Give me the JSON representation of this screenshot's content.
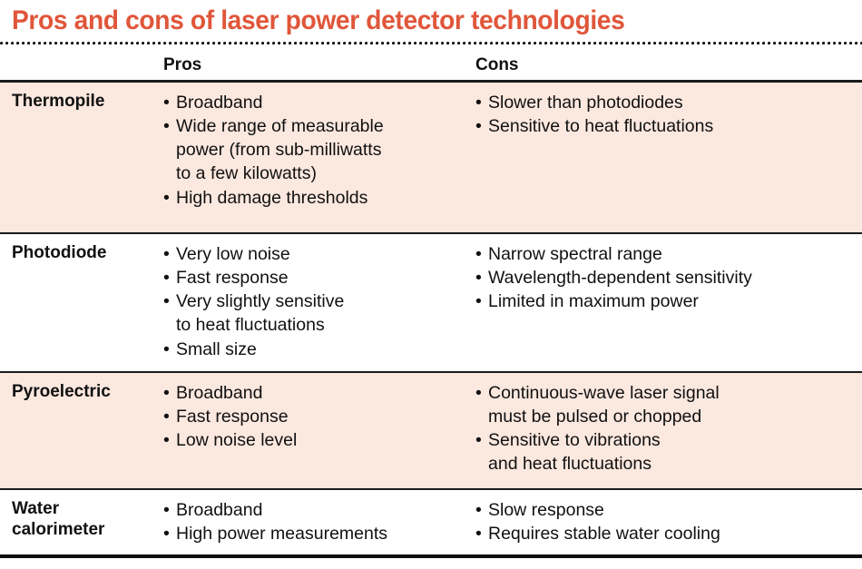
{
  "title": "Pros and cons of laser power detector technologies",
  "colors": {
    "title": "#E0563A",
    "shaded_row": "#FBE8DF",
    "plain_row": "#FFFFFF",
    "rule": "#1A1A1A",
    "text": "#111111"
  },
  "table": {
    "columns": {
      "technology": "",
      "pros": "Pros",
      "cons": "Cons"
    },
    "rows": [
      {
        "technology": "Thermopile",
        "pros": [
          "Broadband",
          "Wide range of measurable\npower (from sub-milliwatts\nto a few kilowatts)",
          "High damage thresholds"
        ],
        "cons": [
          "Slower than photodiodes",
          "Sensitive to heat fluctuations"
        ]
      },
      {
        "technology": "Photodiode",
        "pros": [
          "Very low noise",
          "Fast response",
          "Very slightly sensitive\nto heat fluctuations",
          "Small size"
        ],
        "cons": [
          "Narrow spectral range",
          "Wavelength-dependent sensitivity",
          "Limited in maximum power"
        ]
      },
      {
        "technology": "Pyroelectric",
        "pros": [
          "Broadband",
          "Fast response",
          "Low noise level"
        ],
        "cons": [
          "Continuous-wave laser signal\nmust be pulsed or chopped",
          "Sensitive to vibrations\nand heat fluctuations"
        ]
      },
      {
        "technology": "Water\ncalorimeter",
        "pros": [
          "Broadband",
          "High power measurements"
        ],
        "cons": [
          "Slow response",
          "Requires stable water cooling"
        ]
      }
    ]
  }
}
